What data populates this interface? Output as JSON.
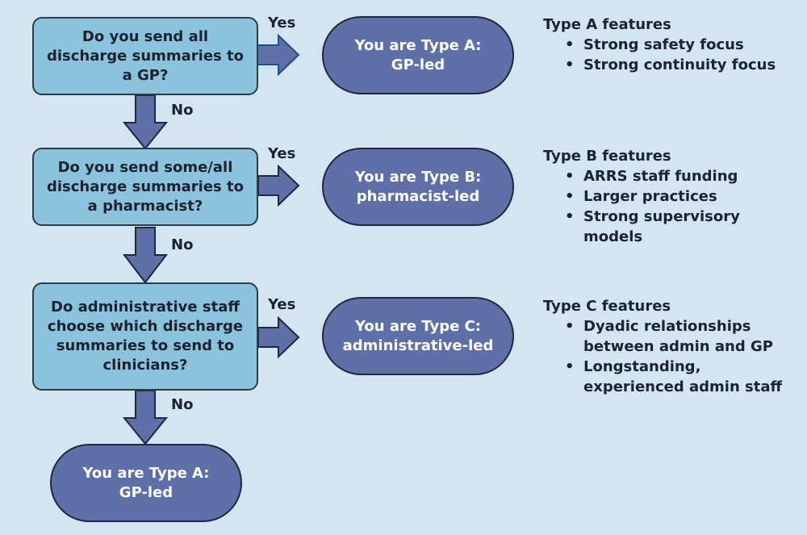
{
  "flow": {
    "q1": {
      "pre": "Do you send ",
      "bold": "all",
      "post": " discharge summaries to a GP?"
    },
    "q2": {
      "pre": "Do you send ",
      "bold": "some/all",
      "post": " discharge summaries to a pharmacist?"
    },
    "q3": {
      "text": "Do administrative staff choose which discharge summaries to send to clinicians?"
    },
    "yes_label": "Yes",
    "no_label": "No",
    "result_a": {
      "line1": "You are Type A:",
      "line2": "GP-led"
    },
    "result_b": {
      "line1": "You are Type B:",
      "line2": "pharmacist-led"
    },
    "result_c": {
      "line1": "You are Type C:",
      "line2": "administrative-led"
    },
    "result_final": {
      "line1": "You are Type A:",
      "line2": "GP-led"
    }
  },
  "features": {
    "a": {
      "title": "Type A features",
      "items": [
        "Strong safety focus",
        "Strong continuity focus"
      ]
    },
    "b": {
      "title": "Type B features",
      "items": [
        "ARRS staff funding",
        "Larger practices",
        "Strong supervisory models"
      ]
    },
    "c": {
      "title": "Type C features",
      "items": [
        "Dyadic relationships between admin and GP",
        "Longstanding, experienced admin staff"
      ]
    }
  },
  "colors": {
    "background": "#d2e5f1",
    "question_box": "#8cc3dc",
    "result_box": "#5f70a8",
    "arrow": "#5f70a8"
  }
}
